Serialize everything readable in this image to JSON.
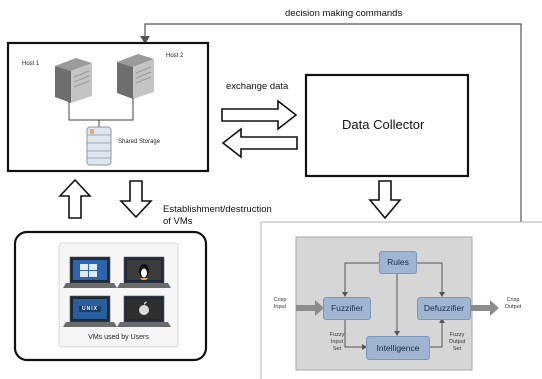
{
  "feedback_label": "decision making commands",
  "exchange_label": "exchange data",
  "collector_label": "Data Collector",
  "vm_action_label_line1": "Establishment/destruction",
  "vm_action_label_line2": "of VMs",
  "host1_label": "Host 1",
  "host2_label": "Host 2",
  "storage_label": "Shared Storage",
  "vms_label": "VMs used by Users",
  "fuzzy": {
    "rules": "Rules",
    "fuzzifier": "Fuzzifier",
    "defuzzifier": "Defuzzifier",
    "intelligence": "Intelligence",
    "crisp_input_line1": "Crisp",
    "crisp_input_line2": "Input",
    "crisp_output_line1": "Crisp",
    "crisp_output_line2": "Output",
    "fuzzy_input_line1": "Fuzzy",
    "fuzzy_input_line2": "Input",
    "fuzzy_input_line3": "Set",
    "fuzzy_output_line1": "Fuzzy",
    "fuzzy_output_line2": "Output",
    "fuzzy_output_line3": "Set"
  },
  "colors": {
    "fuzzy_panel_bg": "#d6d6d6",
    "fuzzy_box_fill": "#9fb5d2",
    "arrow_grey": "#8c8c8c"
  }
}
